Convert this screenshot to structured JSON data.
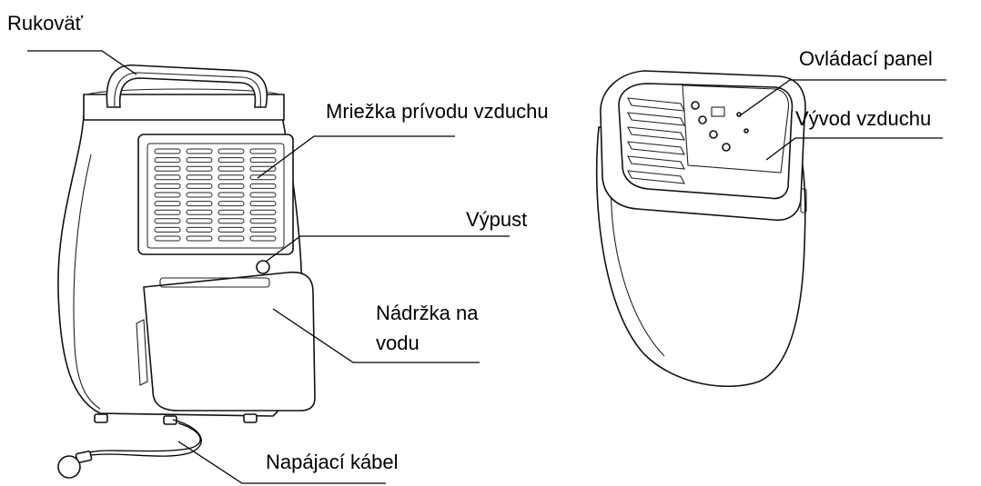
{
  "labels": {
    "handle": "Rukoväť",
    "air_intake_grille": "Mriežka prívodu vzduchu",
    "drain_outlet": "Výpust",
    "water_tank_line1": "Nádržka na",
    "water_tank_line2": "vodu",
    "power_cable": "Napájací kábel",
    "control_panel": "Ovládací panel",
    "air_outlet": "Vývod vzduchu"
  },
  "colors": {
    "line": "#000000",
    "background": "#ffffff"
  }
}
